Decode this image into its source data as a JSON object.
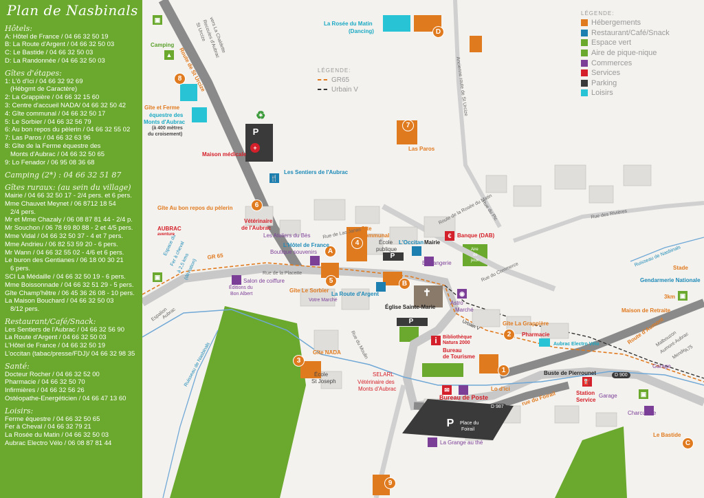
{
  "sidebar": {
    "title": "Plan de Nasbinals",
    "hotels_head": "Hôtels:",
    "hotels": [
      "A: Hôtel de France / 04 66 32 50 19",
      "B: La Route d'Argent / 04 66 32 50 03",
      "C: Le Bastide / 04 66 32 50 03",
      "D: La Randonnée / 04 66 32 50 03"
    ],
    "gites_head": "Gîtes d'étapes:",
    "gites": [
      "1: L'ô d'Ici / 04 66 32 92 69",
      "   (Hébgmt de Caractère)",
      "2: La Grappière / 04 66 32 15 60",
      "3: Centre d'accueil NADA/ 04 66 32 50 42",
      "4: Gîte communal / 04 66 32 50 17",
      "5: Le Sorbier / 04 66 32 56 79",
      "6: Au bon repos du pèlerin / 04 66 32 55 02",
      "7: Las Paros / 04 66 32 63 96",
      "8: Gîte de la Ferme équestre des",
      "   Monts d'Aubrac / 04 66 32 50 65",
      "9: Lo Fenador / 06 95 08 36 68"
    ],
    "camping": "Camping (2*) : 04 66 32 51 87",
    "ruraux_head": "Gîtes ruraux: (au sein du village)",
    "ruraux": [
      "Mairie / 04 66 32 50 17 - 2/4 pers. et 6 pers.",
      "Mme Chauvet Meynet / 06 8712 18 54",
      "   2/4 pers.",
      "Mr et Mme Chazaly / 06 08 87 81 44 - 2/4 p.",
      "Mr Souchon / 06 78 69 80 88 - 2 et 4/5 pers.",
      "Mme Vidal / 04 66 32 50 37 - 4 et 7 pers.",
      "Mme Andrieu / 06 82 53 59 20 - 6 pers.",
      "Mr Wann / 04 66 32 55 02 - 4/6 et 6 pers.",
      "Le buron des Gentianes / 06 18 00 30 21",
      "   6 pers.",
      "SCI La Médaille / 04 66 32 50 19 - 6 pers.",
      "Mme Boissonnade / 04 66 32 51 29 - 5 pers.",
      "Gîte Champ'hêtre / 06 45 36 26 08 - 10 pers.",
      "La Maison Bouchard / 04 66 32 50 03",
      "   8/12 pers."
    ],
    "resto_head": "Restaurant/Café/Snack:",
    "resto": [
      "Les Sentiers de l'Aubrac / 04 66 32 56 90",
      "La Route d'Argent / 04 66 32 50 03",
      "L'Hôtel de France / 04 66 32 50 19",
      "L'occitan (tabac/presse/FDJ)/ 04 66 32 98 35"
    ],
    "sante_head": "Santé:",
    "sante": [
      "Docteur Rocher / 04 66 32 52 00",
      "Pharmacie / 04 66 32 50 70",
      "Infirmières / 04 66 32 56 26",
      "Ostéopathe-Energéticien / 04 66 47 13 60"
    ],
    "loisirs_head": "Loisirs:",
    "loisirs": [
      "Ferme équestre / 04 66 32 50 65",
      "Fer à Cheval / 04 66 32 79 21",
      "La Rosée du Matin / 04 66 32 50 03",
      "Aubrac Electro Vélo / 06 08 87 81 44"
    ]
  },
  "legend": {
    "heading": "LÉGENDE:",
    "items": [
      {
        "label": "Hébergements",
        "color": "#e07a1f"
      },
      {
        "label": "Restaurant/Café/Snack",
        "color": "#1c7fb0"
      },
      {
        "label": "Espace vert",
        "color": "#6aa82e"
      },
      {
        "label": "Aire de pique-nique",
        "color": "#6aa82e"
      },
      {
        "label": "Commerces",
        "color": "#7b3f98"
      },
      {
        "label": "Services",
        "color": "#d4202a"
      },
      {
        "label": "Parking",
        "color": "#3a3a3a"
      },
      {
        "label": "Loisirs",
        "color": "#28c3d4"
      }
    ]
  },
  "legend2": {
    "heading": "LÉGENDE:",
    "items": [
      {
        "label": "GR65",
        "color": "#e07a1f"
      },
      {
        "label": "Urbain V",
        "color": "#333333"
      }
    ]
  },
  "labels": {
    "rosee": "La Rosée du Matin",
    "dancing": "(Dancing)",
    "camping": "Camping",
    "gite_ferme_1": "Gîte et Ferme",
    "gite_ferme_2": "équestre des",
    "gite_ferme_3": "Monts d'Aubrac",
    "gite_ferme_4": "(à 400 mètres",
    "gite_ferme_5": "du croisement)",
    "maison_medicale": "Maison médicale",
    "sentiers": "Les Sentiers de l'Aubrac",
    "paros": "Las Paros",
    "gite_pelerin": "Gîte Au bon repos du pèlerin",
    "veterinaire_1": "Vétérinaire",
    "veterinaire_2": "de l'Aubrac",
    "ateliers": "Les Ateliers du Bès",
    "hotel_france": "L'Hôtel de France",
    "boutique": "Boutique souvenirs",
    "gite_communal_1": "Gîte",
    "gite_communal_2": "Communal",
    "ecole_publique_1": "École",
    "ecole_publique_2": "publique",
    "occitan": "L'Occitan",
    "mairie": "Mairie",
    "banque": "Banque (DAB)",
    "aire_jeux_1": "Aire",
    "aire_jeux_2": "de",
    "aire_jeux_3": "jeux",
    "boulangerie": "Boulangerie",
    "salon": "Salon de coiffure",
    "editions_1": "Éditions du",
    "editions_2": "Bon Albert",
    "gite_sorbier": "Gîte Le Sorbier",
    "route_argent": "La Route d'Argent",
    "votre_marche": "Votre Marché",
    "eglise": "Église Sainte-Marie",
    "astro_1": "Astro",
    "astro_2": "Marché",
    "gite_grappiere": "Gîte La Grappière",
    "pharmacie": "Pharmacie",
    "electro_velo": "Aubrac Electro Vélo",
    "bibliotheque_1": "Bibliothèque",
    "bibliotheque_2": "Natura 2000",
    "bureau_tourisme_1": "Bureau",
    "bureau_tourisme_2": "de Tourisme",
    "gite_nada": "Gîte NADA",
    "ecole_joseph_1": "École",
    "ecole_joseph_2": "St Joseph",
    "selarl_1": "SELARL",
    "selarl_2": "Vétérinaire des",
    "selarl_3": "Monts d'Aubrac",
    "bureau_poste": "Bureau de Poste",
    "lo_dici": "Lo d'ici",
    "buste": "Buste de Pierrounet",
    "station_1": "Station",
    "station_2": "Service",
    "garage_1": "Garage",
    "garage_2": "Garage",
    "charcuterie": "Charcuterie",
    "le_bastide": "Le Bastide",
    "place_foirail_1": "Place du",
    "place_foirail_2": "Foirail",
    "grange_the": "La Grange au thé",
    "stade": "Stade",
    "gendarmerie": "Gendarmerie Nationale",
    "km3": "3km",
    "maison_retraite": "Maison de Retraite",
    "espace_fer_1": "Espace du",
    "espace_fer_2": "Fer à cheval",
    "espace_fer_3": "à 2,5 kms",
    "espace_fer_4": "(déviation)",
    "aubrac_aventure_1": "AUBRAC",
    "aubrac_aventure_2": "aventure",
    "route_st_urcize": "Route de St Urcize",
    "dir_chaldette_1": "vers La Chaldette",
    "dir_chaldette_2": "Recoules d'Aubrac",
    "dir_chaldette_3": "St Urcize",
    "ancienne_route": "Ancienne route de St Urcize",
    "rue_rosee": "Route de la Rosée du Matin",
    "rue_pic": "Rue du Pic",
    "rue_rivieres": "Rue des Rivières",
    "ruisseau_nasbinals_1": "Ruisseau de Nasbinals",
    "ruisseau_nasbinals_2": "Ruisseau de Nasbinals",
    "rue_janas": "Rue de Las Janas",
    "rue_place": "Rue de la Placette",
    "rue_commerce": "Rue du Commerce",
    "rue_moulin": "Rue du Moulin",
    "rue_foirail": "rue du Foirail",
    "route_aumont": "Route d'Aumont",
    "dir_malbouzon_1": "Malbouzon",
    "dir_malbouzon_2": "Aumont-Aubrac",
    "dir_malbouzon_3": "Mende",
    "dir_malbouzon_4": "A75",
    "espalion_1": "Espalion",
    "espalion_2": "Aubrac",
    "gr65": "GR 65",
    "urbain_v": "Urbain V",
    "d900": "D 900",
    "d987": "D 987",
    "p": "P"
  },
  "markers": [
    "1",
    "2",
    "3",
    "4",
    "5",
    "6",
    "7",
    "8",
    "9",
    "A",
    "B",
    "C",
    "D"
  ]
}
